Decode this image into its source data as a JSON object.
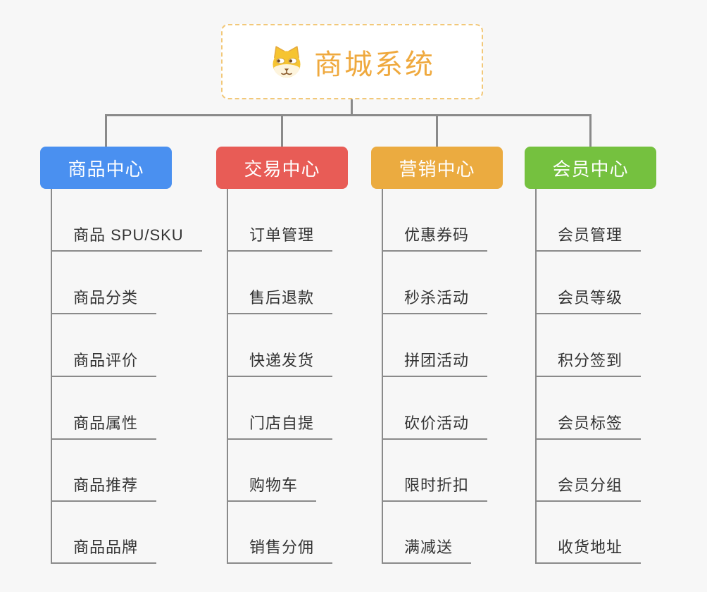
{
  "canvas": {
    "background": "#f7f7f7",
    "connector_color": "#8a8a8a"
  },
  "root": {
    "title": "商城系统",
    "title_color": "#efa93e",
    "border_color": "#f2c879",
    "icon": "dog-face-icon"
  },
  "branches": [
    {
      "label": "商品中心",
      "color": "#4a90f0",
      "children": [
        "商品 SPU/SKU",
        "商品分类",
        "商品评价",
        "商品属性",
        "商品推荐",
        "商品品牌"
      ]
    },
    {
      "label": "交易中心",
      "color": "#e85c56",
      "children": [
        "订单管理",
        "售后退款",
        "快递发货",
        "门店自提",
        "购物车",
        "销售分佣"
      ]
    },
    {
      "label": "营销中心",
      "color": "#ebab40",
      "children": [
        "优惠券码",
        "秒杀活动",
        "拼团活动",
        "砍价活动",
        "限时折扣",
        "满减送"
      ]
    },
    {
      "label": "会员中心",
      "color": "#75c13f",
      "children": [
        "会员管理",
        "会员等级",
        "积分签到",
        "会员标签",
        "会员分组",
        "收货地址"
      ]
    }
  ]
}
